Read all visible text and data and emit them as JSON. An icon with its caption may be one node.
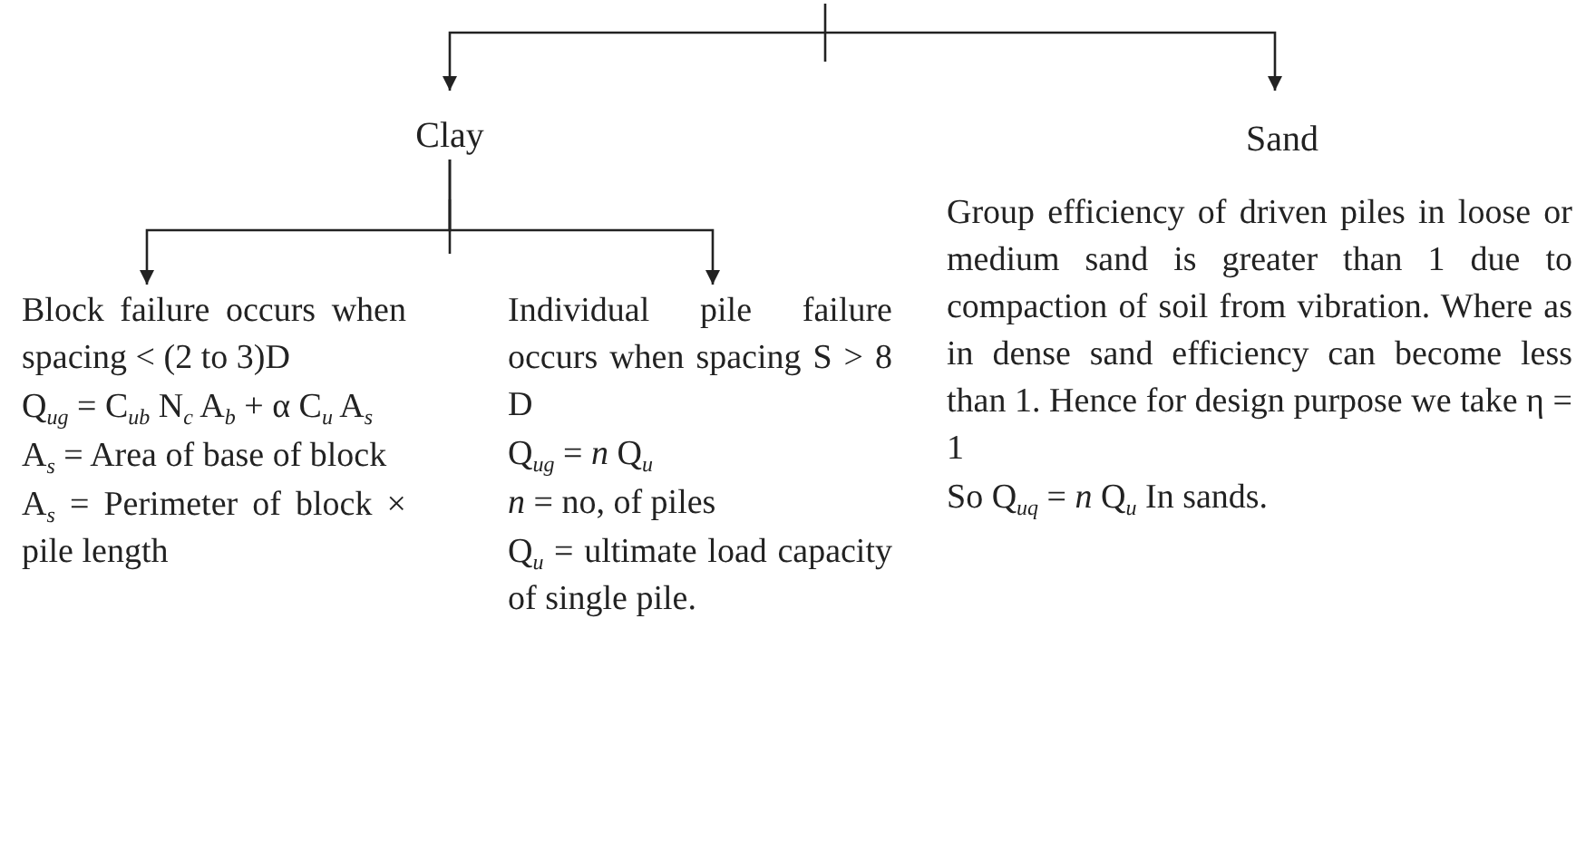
{
  "diagram": {
    "nodes": [
      {
        "text": [
          "Clay"
        ]
      },
      {
        "text": [
          "Sand",
          "Group efficiency of driven piles in loose or medium sand is greater than 1 due to compaction of soil from vibration. Where as in dense sand efficiency can become less than 1. Hence for design purpose we take η = 1",
          "So Q$_{uq}$ = *n* Q$_{u}$ In sands."
        ]
      },
      {
        "text": [
          "Block failure occurs when spacing < (2 to 3)D",
          "Q$_{ug}$ = C$_{ub}$ N$_{c}$ A$_{b}$ + α C$_{u}$ A$_{s}$",
          "A$_{s}$ = Area of base of block",
          "A$_{s}$ = Perimeter of block × pile length"
        ]
      },
      {
        "text": [
          "Individual pile failure occurs when spacing S > 8 D",
          "Q$_{ug}$ = *n* Q$_{u}$",
          "*n* = no, of piles",
          "Q$_{u}$ = ultimate load capacity of single pile."
        ]
      }
    ],
    "edges": [
      {
        "from": null,
        "to": 0,
        "arrow": "to"
      },
      {
        "from": null,
        "to": 1,
        "arrow": "to"
      },
      {
        "from": 0,
        "to": 2,
        "arrow": "to"
      },
      {
        "from": 0,
        "to": 3,
        "arrow": "to"
      }
    ]
  }
}
